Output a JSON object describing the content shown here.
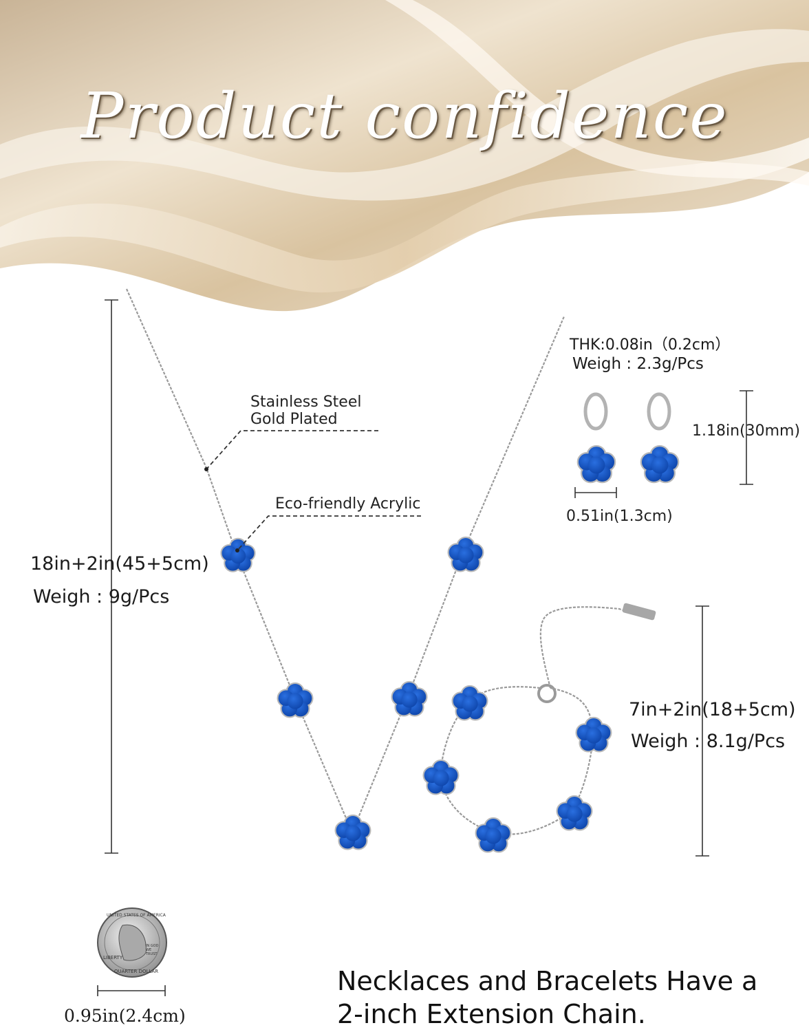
{
  "title": "Product confidence",
  "necklace": {
    "material_label_1": "Stainless Steel",
    "material_label_2": "Gold Plated",
    "acrylic_label": "Eco-friendly Acrylic",
    "length": "18in+2in(45+5cm)",
    "weight": "Weigh : 9g/Pcs"
  },
  "earrings": {
    "thickness": "THK:0.08in（0.2cm）",
    "weight": "Weigh : 2.3g/Pcs",
    "height": "1.18in(30mm)",
    "width": "0.51in(1.3cm)"
  },
  "bracelet": {
    "length": "7in+2in(18+5cm)",
    "weight": "Weigh : 8.1g/Pcs"
  },
  "coin": {
    "size": "0.95in(2.4cm)",
    "text_top": "UNITED STATES OF AMERICA",
    "text_bottom": "QUARTER DOLLAR",
    "text_left": "LIBERTY",
    "text_right": "IN GOD WE TRUST"
  },
  "footer_note": {
    "line1": "Necklaces and Bracelets Have a",
    "line2": "2-inch Extension Chain."
  },
  "colors": {
    "flower_blue": "#1553c2",
    "chain_silver": "#9a9a9a",
    "banner_cream": "#ead9bf"
  }
}
